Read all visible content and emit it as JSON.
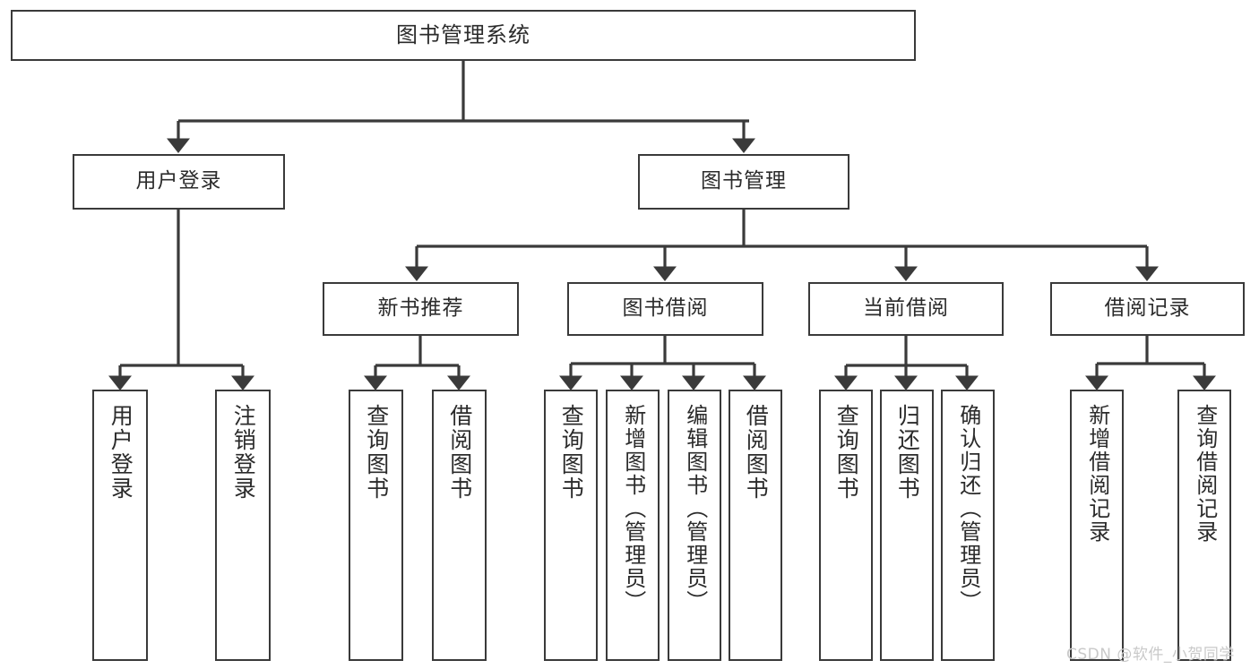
{
  "diagram": {
    "title": "图书管理系统",
    "type": "功能结构图",
    "line_color": "#3a3a3a",
    "box_fill": "#ffffff",
    "text_color": "#2b2b2b",
    "background": "#ffffff"
  },
  "nodes": {
    "root": {
      "label": "图书管理系统",
      "level": 1
    },
    "level2": [
      {
        "id": "user-login",
        "label": "用户登录"
      },
      {
        "id": "book-manage",
        "label": "图书管理"
      }
    ],
    "level3": [
      {
        "id": "new-book-rec",
        "label": "新书推荐"
      },
      {
        "id": "book-borrow",
        "label": "图书借阅"
      },
      {
        "id": "current-borrow",
        "label": "当前借阅"
      },
      {
        "id": "borrow-record",
        "label": "借阅记录"
      }
    ],
    "leaves": [
      {
        "id": "leaf-user-login",
        "label": "用户登录",
        "parent": "user-login"
      },
      {
        "id": "leaf-user-logout",
        "label": "注销登录",
        "parent": "user-login"
      },
      {
        "id": "leaf-query-book-1",
        "label": "查询图书",
        "parent": "new-book-rec"
      },
      {
        "id": "leaf-borrow-book-1",
        "label": "借阅图书",
        "parent": "new-book-rec"
      },
      {
        "id": "leaf-query-book-2",
        "label": "查询图书",
        "parent": "book-borrow"
      },
      {
        "id": "leaf-add-book",
        "label": "新增图书（管理员）",
        "parent": "book-borrow"
      },
      {
        "id": "leaf-edit-book",
        "label": "编辑图书（管理员）",
        "parent": "book-borrow"
      },
      {
        "id": "leaf-borrow-book-2",
        "label": "借阅图书",
        "parent": "book-borrow"
      },
      {
        "id": "leaf-query-book-3",
        "label": "查询图书",
        "parent": "current-borrow"
      },
      {
        "id": "leaf-return-book",
        "label": "归还图书",
        "parent": "current-borrow"
      },
      {
        "id": "leaf-confirm-return",
        "label": "确认归还（管理员）",
        "parent": "current-borrow"
      },
      {
        "id": "leaf-add-record",
        "label": "新增借阅记录",
        "parent": "borrow-record"
      },
      {
        "id": "leaf-query-record",
        "label": "查询借阅记录",
        "parent": "borrow-record"
      }
    ]
  },
  "watermark": {
    "text": "CSDN @软件_小贺同学"
  }
}
